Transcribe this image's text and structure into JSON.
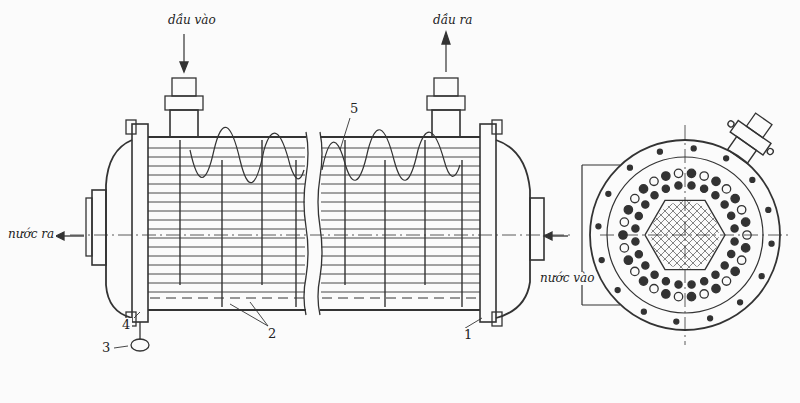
{
  "diagram": {
    "labels": [
      "dầu vào",
      "dầu ra",
      "5",
      "nước ra",
      "nước vào",
      "4",
      "2",
      "1",
      "3"
    ]
  }
}
